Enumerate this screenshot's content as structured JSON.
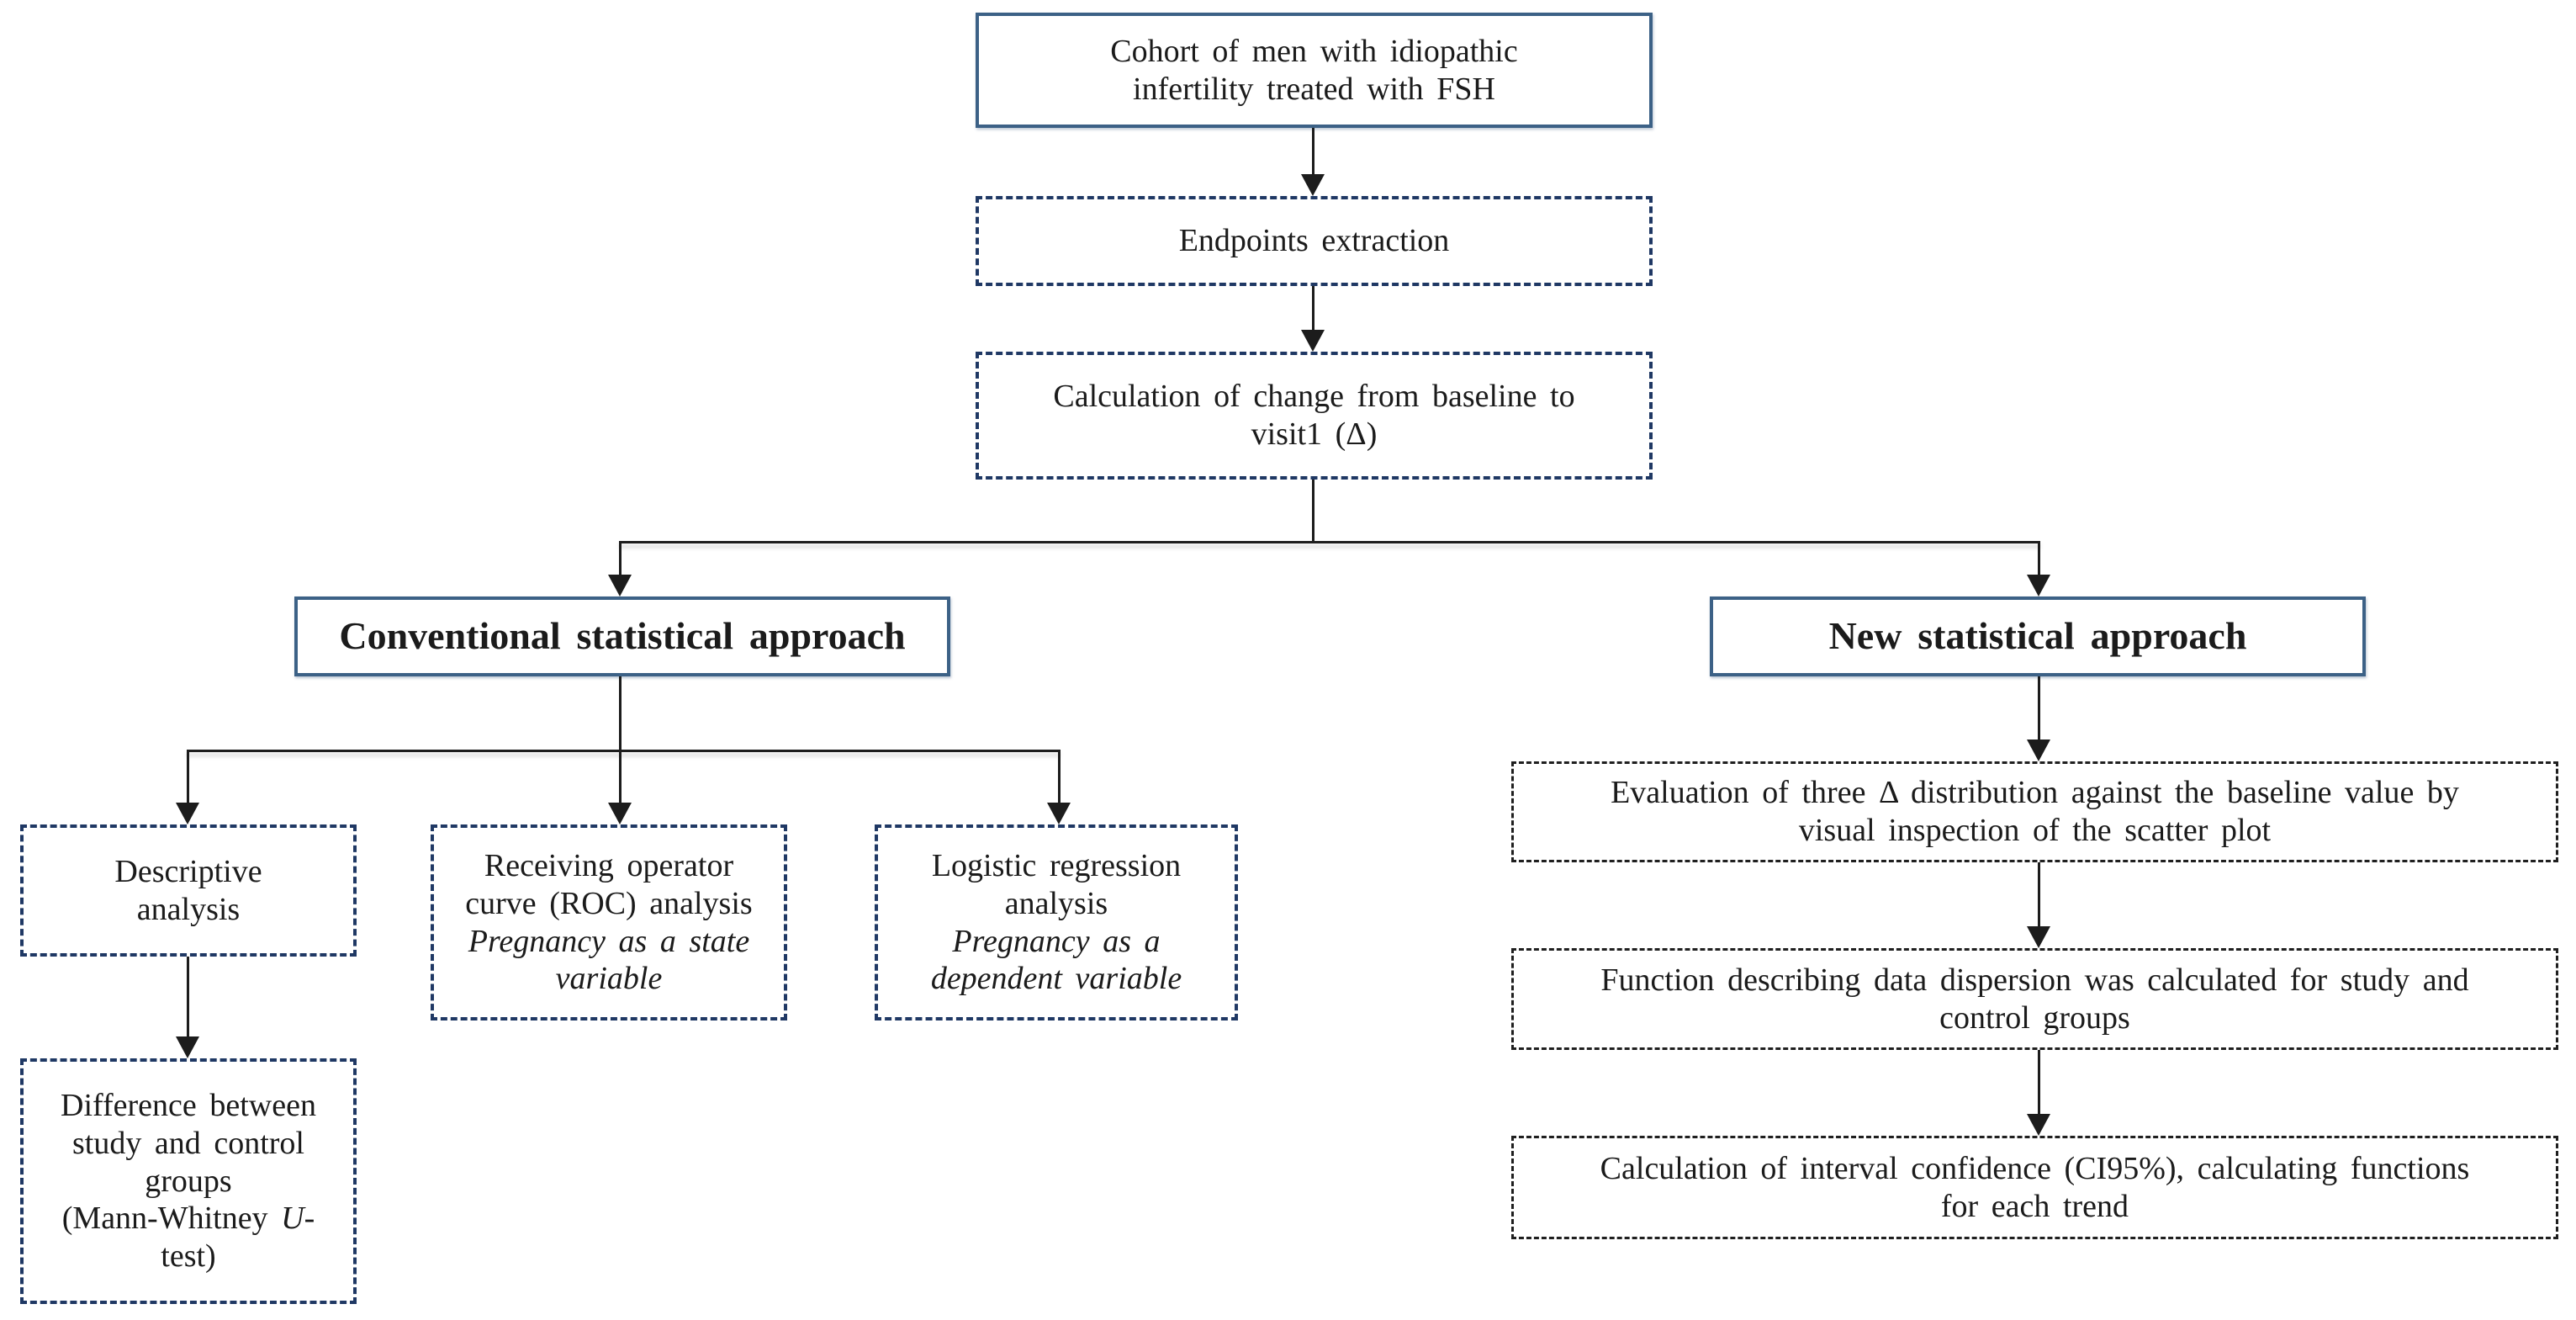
{
  "nodes": {
    "cohort": {
      "label": "Cohort of men with idiopathic\ninfertility treated with FSH"
    },
    "endpoints": {
      "label": "Endpoints extraction"
    },
    "calculation": {
      "label": "Calculation of change from baseline to\nvisit1 (Δ)"
    },
    "conventional": {
      "label": "Conventional statistical approach"
    },
    "new_approach": {
      "label": "New statistical approach"
    },
    "descriptive": {
      "label": "Descriptive\nanalysis"
    },
    "roc": {
      "label": "Receiving operator\ncurve (ROC) analysis",
      "subtitle": "Pregnancy as a state\nvariable"
    },
    "logistic": {
      "label": "Logistic regression\nanalysis",
      "subtitle": "Pregnancy as a\ndependent variable"
    },
    "difference": {
      "label": "Difference between\nstudy and control\ngroups",
      "test_pre": "(Mann-Whitney ",
      "test_italic": "U",
      "test_post": "-\ntest)"
    },
    "evaluation": {
      "label": "Evaluation of three Δ distribution against the baseline value by\nvisual inspection of the scatter plot"
    },
    "dispersion": {
      "label": "Function describing data dispersion was calculated for study and\ncontrol groups"
    },
    "ci": {
      "label": "Calculation of interval confidence (CI95%), calculating functions\nfor each trend"
    }
  },
  "colors": {
    "solid_border": "#3c6186",
    "dashed_navy": "#1f3864",
    "dashed_black": "#1f1f1f",
    "text": "#1b1b1b",
    "connector": "#1c1c1c"
  }
}
